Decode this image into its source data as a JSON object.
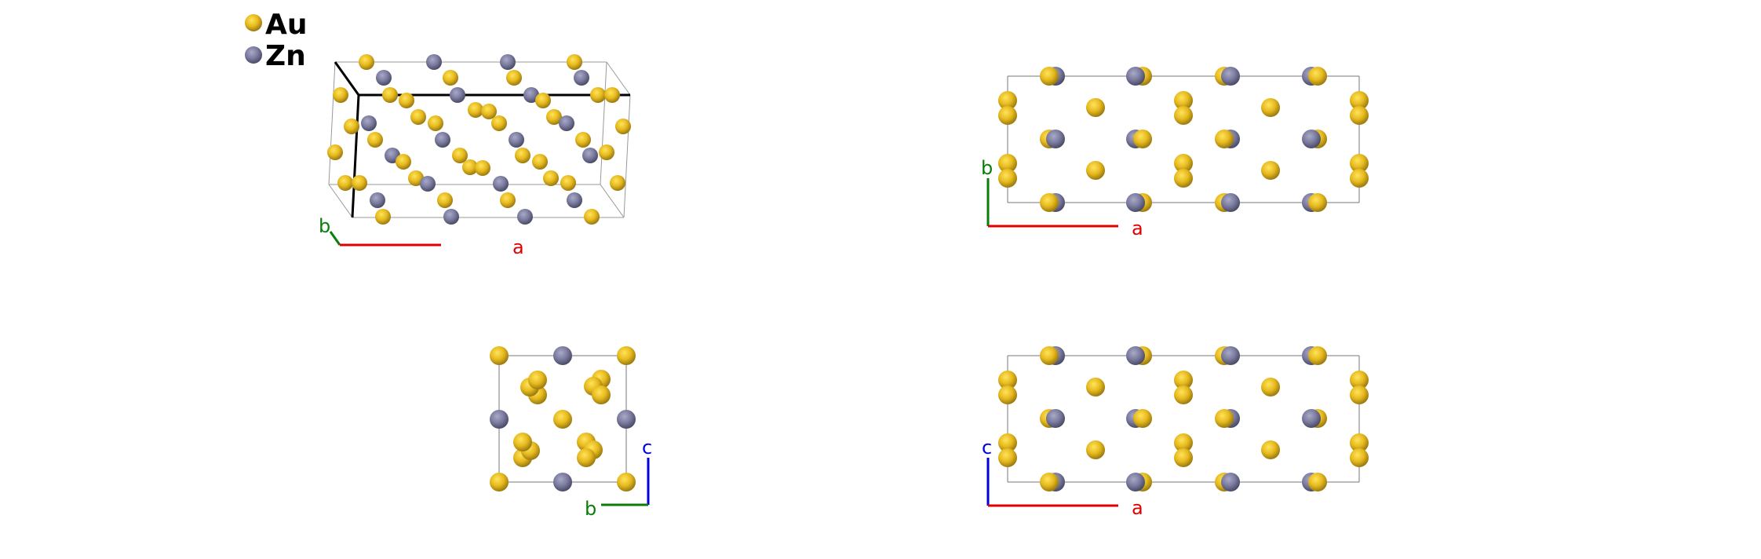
{
  "legend": {
    "items": [
      {
        "element": "Au",
        "color": "#e6b91e"
      },
      {
        "element": "Zn",
        "color": "#7a7b9e"
      }
    ]
  },
  "panels": [
    {
      "view": "perspective",
      "axes": [
        {
          "label": "b",
          "color": "#0a7d0a"
        },
        {
          "label": "a",
          "color": "#e00000"
        }
      ]
    },
    {
      "view": "along-c",
      "axes": [
        {
          "label": "b",
          "color": "#0a7d0a"
        },
        {
          "label": "a",
          "color": "#e00000"
        }
      ]
    },
    {
      "view": "along-a",
      "axes": [
        {
          "label": "c",
          "color": "#0000e0"
        },
        {
          "label": "b",
          "color": "#0a7d0a"
        }
      ]
    },
    {
      "view": "along-b",
      "axes": [
        {
          "label": "c",
          "color": "#0000e0"
        },
        {
          "label": "a",
          "color": "#e00000"
        }
      ]
    }
  ]
}
